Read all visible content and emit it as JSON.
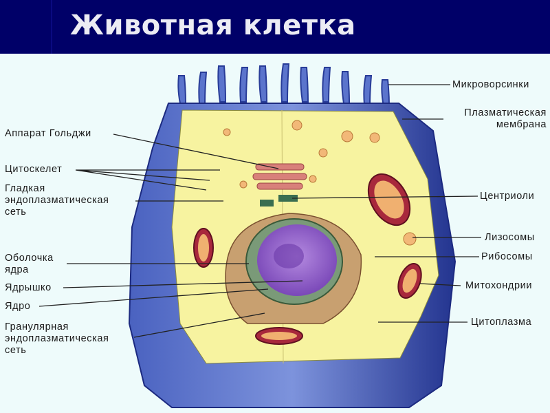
{
  "title": "Животная клетка",
  "labels_left": {
    "golgi": "Аппарат Гольджи",
    "cytoskeleton": "Цитоскелет",
    "smooth_er": "Гладкая\nэндоплазматическая\nсеть",
    "nuclear_envelope": "Оболочка\nядра",
    "nucleolus": "Ядрышко",
    "nucleus": "Ядро",
    "rough_er": "Гранулярная\nэндоплазматическая\nсеть"
  },
  "labels_right": {
    "microvilli": "Микроворсинки",
    "plasma_membrane": "Плазматическая\nмембрана",
    "centrioles": "Центриоли",
    "lysosomes": "Лизосомы",
    "ribosomes": "Рибосомы",
    "mitochondria": "Митохондрии",
    "cytoplasm": "Цитоплазма"
  },
  "colors": {
    "header": "#000068",
    "membrane": "#5a73c8",
    "cytoplasm": "#f7f3a0",
    "nucleus": "#9a6bc9"
  }
}
